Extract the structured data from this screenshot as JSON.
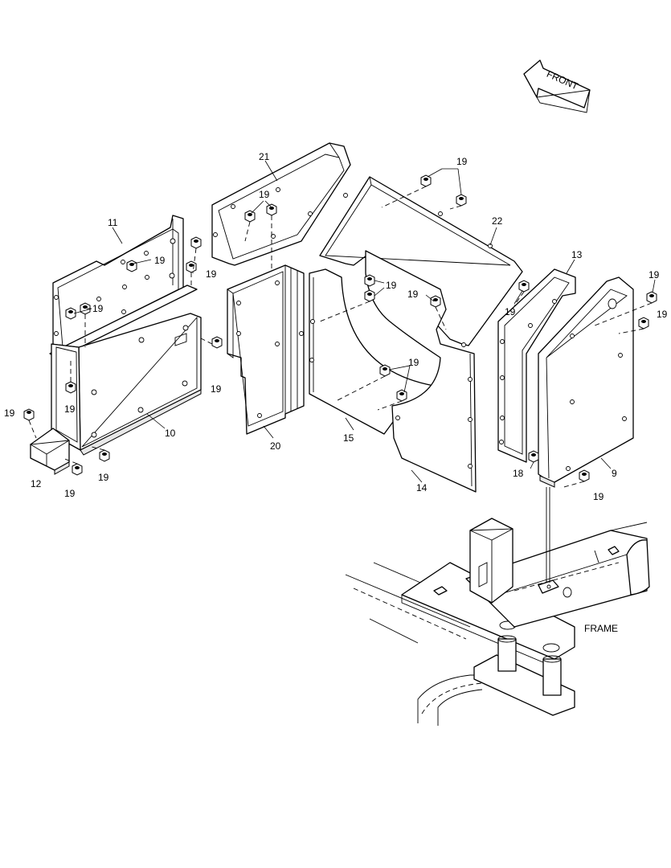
{
  "front_arrow": {
    "label": "FRONT"
  },
  "frame_label": "FRAME",
  "callouts": {
    "p9": "9",
    "p10": "10",
    "p11": "11",
    "p12": "12",
    "p13": "13",
    "p14": "14",
    "p15": "15",
    "p18": "18",
    "p19": "19",
    "p20": "20",
    "p21": "21",
    "p22": "22"
  }
}
